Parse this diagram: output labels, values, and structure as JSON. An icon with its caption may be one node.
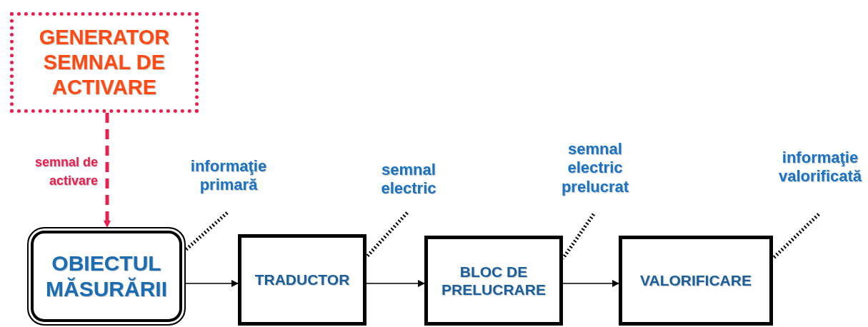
{
  "diagram": {
    "nodes": [
      {
        "text": [
          "GENERATOR SEMNAL DE ACTIVARE"
        ]
      },
      {
        "text": [
          "OBIECTUL MĂSURĂRII"
        ]
      },
      {
        "text": [
          "TRADUCTOR"
        ]
      },
      {
        "text": [
          "BLOC DE PRELUCRARE"
        ]
      },
      {
        "text": [
          "VALORIFICARE"
        ]
      },
      {
        "text": [
          "informaţie primară"
        ]
      },
      {
        "text": [
          "semnal electric"
        ]
      },
      {
        "text": [
          "semnal electric prelucrat"
        ]
      },
      {
        "text": [
          "informaţie valorificată"
        ]
      }
    ],
    "edges": [
      {
        "from": 0,
        "to": 1,
        "arrow": "to",
        "label": "semnal de activare",
        "style": "dashed",
        "color": "#e8204f"
      },
      {
        "from": 1,
        "to": 2,
        "arrow": "to"
      },
      {
        "from": 2,
        "to": 3,
        "arrow": "to"
      },
      {
        "from": 3,
        "to": 4,
        "arrow": "to"
      },
      {
        "from": 5,
        "to": 1,
        "arrow": "none",
        "style": "dashed"
      },
      {
        "from": 6,
        "to": 2,
        "arrow": "none",
        "style": "dashed"
      },
      {
        "from": 7,
        "to": 3,
        "arrow": "none",
        "style": "dashed"
      },
      {
        "from": 8,
        "to": 4,
        "arrow": "none",
        "style": "dashed"
      }
    ]
  }
}
